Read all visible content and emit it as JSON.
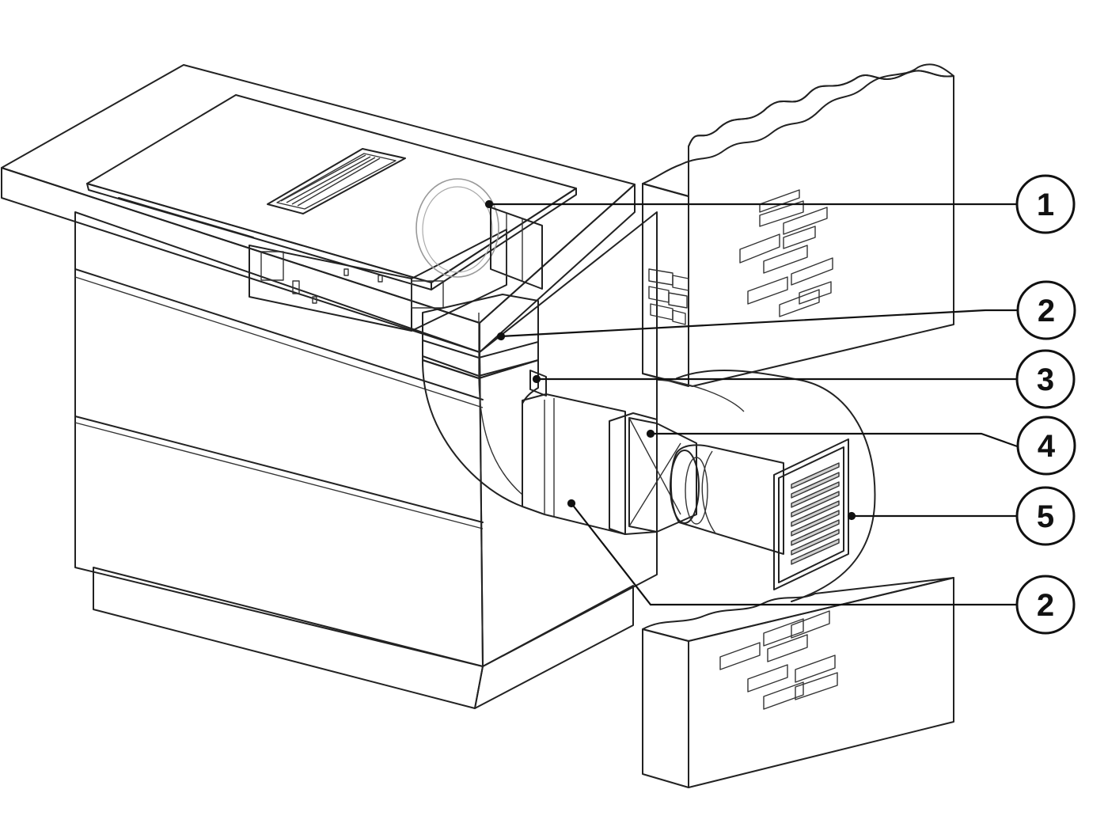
{
  "callouts": [
    {
      "id": "c1",
      "label": "1"
    },
    {
      "id": "c2a",
      "label": "2"
    },
    {
      "id": "c3",
      "label": "3"
    },
    {
      "id": "c4",
      "label": "4"
    },
    {
      "id": "c5",
      "label": "5"
    },
    {
      "id": "c2b",
      "label": "2"
    }
  ],
  "colors": {
    "stroke": "#222222",
    "cooktop": "#d8d8d8",
    "duct": "#ebebeb",
    "wall": "#ffffff",
    "callout_fill": "#ffffff"
  }
}
